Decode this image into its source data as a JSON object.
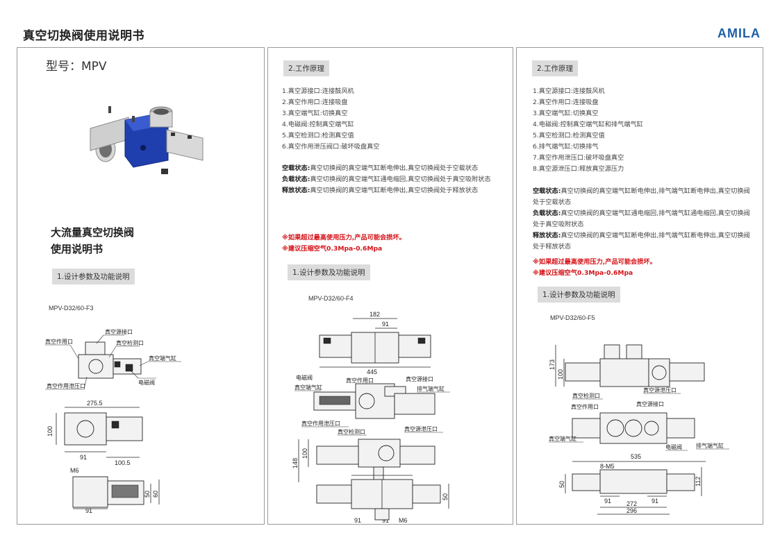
{
  "header": {
    "title": "真空切换阀使用说明书",
    "brand": "AMILA"
  },
  "panel1": {
    "model": "型号：MPV",
    "big_title_line1": "大流量真空切换阀",
    "big_title_line2": "使用说明书",
    "section": "1.设计参数及功能说明",
    "code": "MPV-D32/60-F3",
    "drawing": {
      "labels": [
        "真空源接口",
        "真空作用口",
        "真空检测口",
        "真空端气缸",
        "电磁阀",
        "真空作用泄压口"
      ],
      "dims": [
        "275.5",
        "100",
        "91",
        "100.5",
        "M6",
        "50",
        "60",
        "91"
      ]
    }
  },
  "panel2": {
    "section_top": "2.工作原理",
    "items": [
      "1.真空源接口:连接鼓风机",
      "2.真空作用口:连接吸盘",
      "3.真空端气缸:切换真空",
      "4.电磁阀:控制真空端气缸",
      "5.真空检测口:检测真空值",
      "6.真空作用泄压阀口:破坏吸盘真空"
    ],
    "states": [
      {
        "label": "空载状态:",
        "text": "真空切换阀的真空端气缸断电伸出,真空切换阀处于空载状态"
      },
      {
        "label": "负载状态:",
        "text": "真空切换阀的真空端气缸通电缩回,真空切换阀处于真空吸附状态"
      },
      {
        "label": "释放状态:",
        "text": "真空切换阀的真空端气缸断电伸出,真空切换阀处于释放状态"
      }
    ],
    "warn1": "※如果超过最高使用压力,产品可能会损坏。",
    "warn2": "※建议压缩空气0.3Mpa-0.6Mpa",
    "section": "1.设计参数及功能说明",
    "code": "MPV-D32/60-F4",
    "drawing": {
      "labels": [
        "电磁阀",
        "真空作用口",
        "真空源接口",
        "真空端气缸",
        "排气端气缸",
        "真空作用泄压口",
        "真空检测口",
        "真空源泄压口"
      ],
      "dims": [
        "182",
        "91",
        "445",
        "148",
        "100",
        "91",
        "91",
        "M6",
        "50"
      ]
    }
  },
  "panel3": {
    "section_top": "2.工作原理",
    "items": [
      "1.真空源接口:连接鼓风机",
      "2.真空作用口:连接吸盘",
      "3.真空端气缸:切换真空",
      "4.电磁阀:控制真空端气缸和排气端气缸",
      "5.真空检测口:检测真空值",
      "6.排气端气缸:切换排气",
      "7.真空作用泄压口:破坏吸盘真空",
      "8.真空源泄压口:释放真空源压力"
    ],
    "states": [
      {
        "label": "空载状态:",
        "text": "真空切换阀的真空端气缸断电伸出,排气端气缸断电伸出,真空切换阀处于空载状态"
      },
      {
        "label": "负载状态:",
        "text": "真空切换阀的真空端气缸通电缩回,排气端气缸通电缩回,真空切换阀处于真空吸附状态"
      },
      {
        "label": "释放状态:",
        "text": "真空切换阀的真空端气缸断电伸出,排气端气缸断电伸出,真空切换阀处于释放状态"
      }
    ],
    "warn1": "※如果超过最高使用压力,产品可能会损坏。",
    "warn2": "※建议压缩空气0.3Mpa-0.6Mpa",
    "section": "1.设计参数及功能说明",
    "code": "MPV-D32/60-F5",
    "drawing": {
      "labels": [
        "真空检测口",
        "真空源泄压口",
        "真空作用口",
        "真空源接口",
        "真空端气缸",
        "电磁阀",
        "排气端气缸"
      ],
      "dims": [
        "173",
        "100",
        "535",
        "8-M5",
        "50",
        "112",
        "91",
        "91",
        "272",
        "296"
      ]
    }
  },
  "colors": {
    "brand": "#1f5fa6",
    "warning": "#d4141a",
    "tag_bg": "#dcdcdc",
    "product_blue": "#1f3fae"
  }
}
